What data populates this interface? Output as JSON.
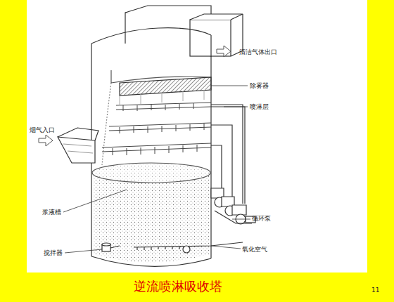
{
  "diagram": {
    "caption": "逆流喷淋吸收塔",
    "labels": [
      "清洁气体出口",
      "除雾器",
      "喷淋层",
      "烟气入口",
      "浆液槽",
      "循环泵",
      "搅拌器",
      "氧化空气",
      "11"
    ]
  }
}
